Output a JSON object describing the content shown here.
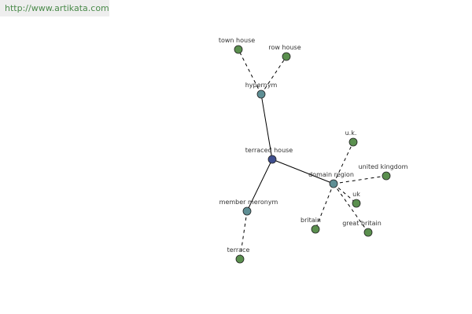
{
  "watermark": {
    "text": "http://www.artikata.com"
  },
  "colors": {
    "center": "#3f4f8f",
    "relation": "#5e8e94",
    "leaf": "#5a8f4e"
  },
  "nodes": [
    {
      "id": "terraced_house",
      "label": "terraced house",
      "kind": "center"
    },
    {
      "id": "hypernym",
      "label": "hypernym",
      "kind": "relation"
    },
    {
      "id": "member_meronym",
      "label": "member meronym",
      "kind": "relation"
    },
    {
      "id": "domain_region",
      "label": "domain region",
      "kind": "relation"
    },
    {
      "id": "town_house",
      "label": "town house",
      "kind": "leaf"
    },
    {
      "id": "row_house",
      "label": "row house",
      "kind": "leaf"
    },
    {
      "id": "terrace",
      "label": "terrace",
      "kind": "leaf"
    },
    {
      "id": "uk_dots",
      "label": "u.k.",
      "kind": "leaf"
    },
    {
      "id": "united_kingdom",
      "label": "united kingdom",
      "kind": "leaf"
    },
    {
      "id": "uk",
      "label": "uk",
      "kind": "leaf"
    },
    {
      "id": "britain",
      "label": "britain",
      "kind": "leaf"
    },
    {
      "id": "great_britain",
      "label": "great britain",
      "kind": "leaf"
    }
  ],
  "edges": [
    {
      "from": "terraced_house",
      "to": "hypernym",
      "style": "solid"
    },
    {
      "from": "terraced_house",
      "to": "member_meronym",
      "style": "solid"
    },
    {
      "from": "terraced_house",
      "to": "domain_region",
      "style": "solid"
    },
    {
      "from": "hypernym",
      "to": "town_house",
      "style": "dashed"
    },
    {
      "from": "hypernym",
      "to": "row_house",
      "style": "dashed"
    },
    {
      "from": "member_meronym",
      "to": "terrace",
      "style": "dashed"
    },
    {
      "from": "domain_region",
      "to": "uk_dots",
      "style": "dashed"
    },
    {
      "from": "domain_region",
      "to": "united_kingdom",
      "style": "dashed"
    },
    {
      "from": "domain_region",
      "to": "uk",
      "style": "dashed"
    },
    {
      "from": "domain_region",
      "to": "britain",
      "style": "dashed"
    },
    {
      "from": "domain_region",
      "to": "great_britain",
      "style": "dashed"
    }
  ]
}
